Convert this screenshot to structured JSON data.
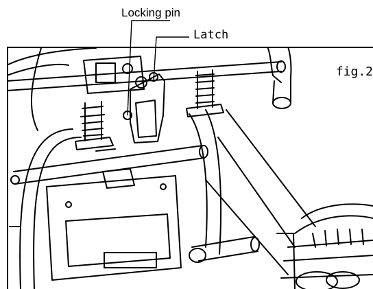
{
  "labels": {
    "locking_pin": "Locking pin",
    "latch": "Latch",
    "figure": "fig.2"
  }
}
